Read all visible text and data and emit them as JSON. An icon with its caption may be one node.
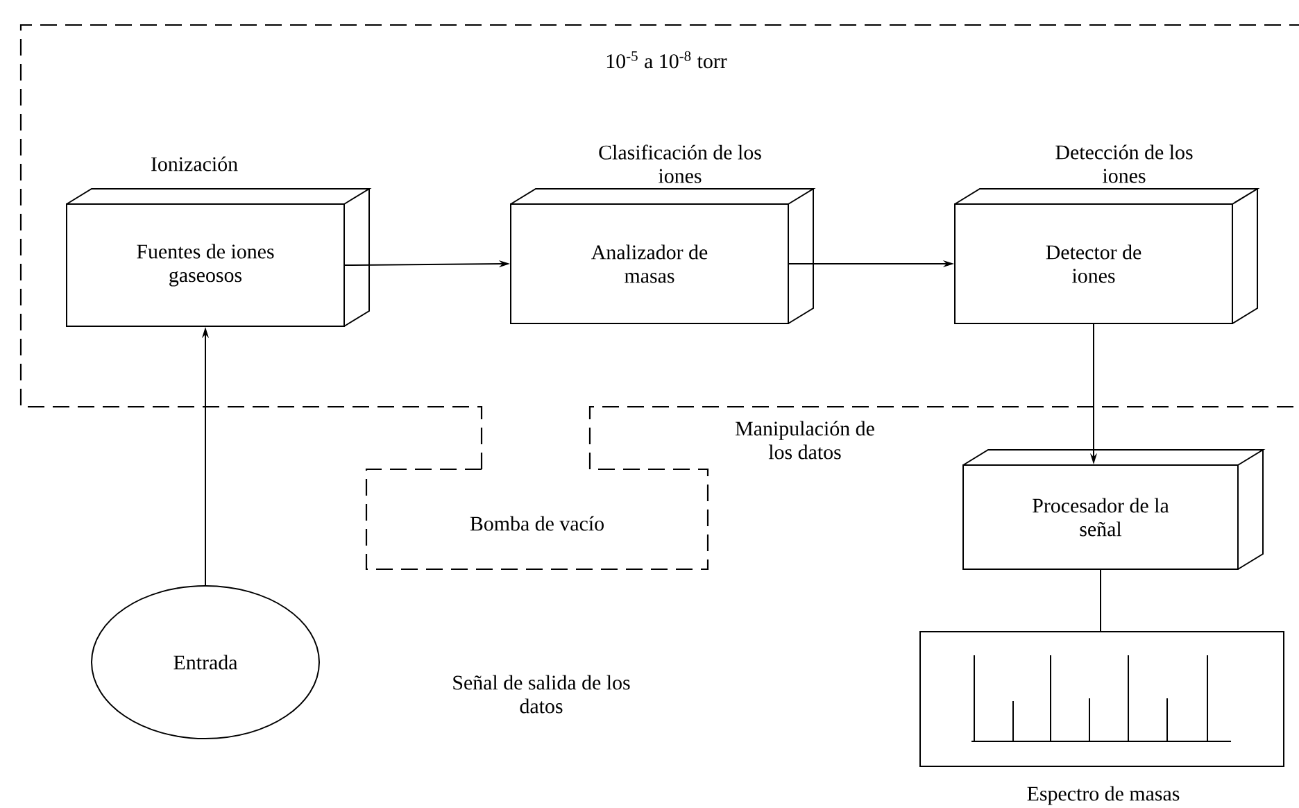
{
  "diagram": {
    "nodes": [
      {
        "text": [
          "Fuentes de iones gaseosos"
        ],
        "beside": [
          "Ionización"
        ]
      },
      {
        "text": [
          "Analizador de masas"
        ],
        "beside": [
          "Clasificación de los iones"
        ]
      },
      {
        "text": [
          "Detector de iones"
        ],
        "beside": [
          "Detección de los iones"
        ]
      },
      {
        "text": [
          "Procesador de la señal"
        ]
      },
      {
        "text": [],
        "shape": "picture",
        "beside": [
          "Espectro de masas"
        ]
      },
      {
        "text": [
          "Entrada"
        ]
      },
      {
        "text": [
          "Bomba de vacío"
        ]
      }
    ],
    "edges": [
      {
        "from": 5,
        "to": 0,
        "arrow": "to"
      },
      {
        "from": 0,
        "to": 1,
        "arrow": "to"
      },
      {
        "from": 1,
        "to": 2,
        "arrow": "to"
      },
      {
        "from": 2,
        "to": 3,
        "arrow": "to"
      },
      {
        "from": 3,
        "to": 4,
        "arrow": "none"
      }
    ],
    "labels": [
      "10$^{-5}$ a 10$^{-8}$ torr",
      "Manipulación de los datos",
      "Señal de salida de los datos"
    ]
  }
}
